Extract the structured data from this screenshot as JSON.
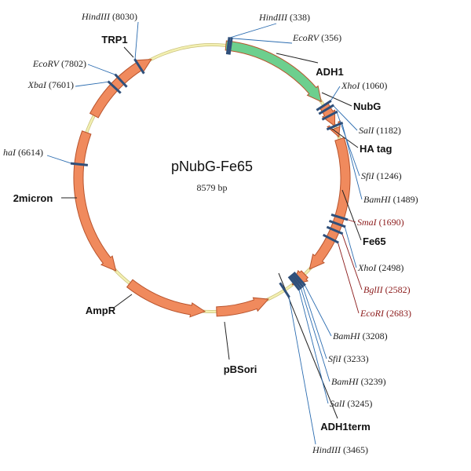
{
  "plasmid": {
    "name": "pNubG-Fe65",
    "size": "8579 bp"
  },
  "features": [
    {
      "label": "ADH1",
      "color": "#6dcf8e"
    },
    {
      "label": "NubG",
      "color": "#f08a5d"
    },
    {
      "label": "HA tag",
      "color": "#f08a5d"
    },
    {
      "label": "Fe65",
      "color": "#f08a5d"
    },
    {
      "label": "ADH1term",
      "color": "#f08a5d"
    },
    {
      "label": "pBSori",
      "color": "#f08a5d"
    },
    {
      "label": "AmpR",
      "color": "#f08a5d"
    },
    {
      "label": "2micron",
      "color": "#f08a5d"
    },
    {
      "label": "TRP1",
      "color": "#f08a5d"
    }
  ],
  "sites": [
    {
      "name": "HindIII",
      "pos": "(338)",
      "color": "#2b6cb0"
    },
    {
      "name": "EcoRV",
      "pos": "(356)",
      "color": "#2b6cb0"
    },
    {
      "name": "XhoI",
      "pos": "(1060)",
      "color": "#2b6cb0"
    },
    {
      "name": "SalI",
      "pos": "(1182)",
      "color": "#2b6cb0"
    },
    {
      "name": "SfiI",
      "pos": "(1246)",
      "color": "#2b6cb0"
    },
    {
      "name": "BamHI",
      "pos": "(1489)",
      "color": "#2b6cb0"
    },
    {
      "name": "SmaI",
      "pos": "(1690)",
      "color": "#8b1a1a"
    },
    {
      "name": "XhoI",
      "pos": "(2498)",
      "color": "#2b6cb0"
    },
    {
      "name": "BglII",
      "pos": "(2582)",
      "color": "#8b1a1a"
    },
    {
      "name": "EcoRI",
      "pos": "(2683)",
      "color": "#8b1a1a"
    },
    {
      "name": "BamHI",
      "pos": "(3208)",
      "color": "#2b6cb0"
    },
    {
      "name": "SfiI",
      "pos": "(3233)",
      "color": "#2b6cb0"
    },
    {
      "name": "BamHI",
      "pos": "(3239)",
      "color": "#2b6cb0"
    },
    {
      "name": "SalI",
      "pos": "(3245)",
      "color": "#2b6cb0"
    },
    {
      "name": "HindIII",
      "pos": "(3465)",
      "color": "#2b6cb0"
    },
    {
      "name": "haI",
      "pos": "(6614)",
      "color": "#2b6cb0"
    },
    {
      "name": "XbaI",
      "pos": "(7601)",
      "color": "#2b6cb0"
    },
    {
      "name": "EcoRV",
      "pos": "(7802)",
      "color": "#2b6cb0"
    },
    {
      "name": "HindIII",
      "pos": "(8030)",
      "color": "#2b6cb0"
    }
  ],
  "colors": {
    "backbone": "#f3f0b2",
    "backbone_edge": "#c9c07a",
    "arrow_edge": "#b8532c"
  }
}
